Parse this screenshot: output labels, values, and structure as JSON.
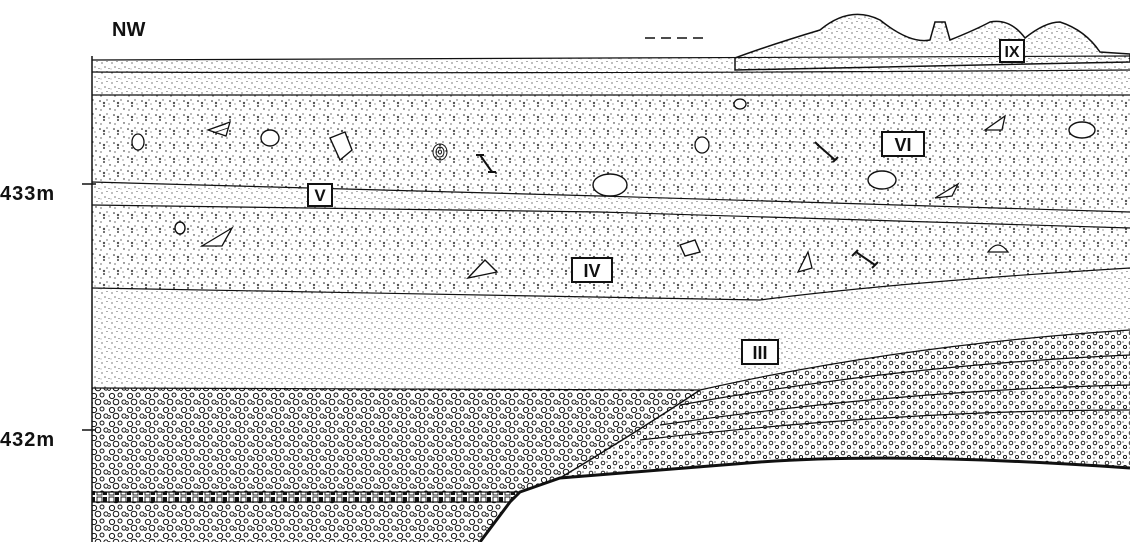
{
  "figure": {
    "direction_label": "NW",
    "elevation_labels": [
      "433m",
      "432m"
    ],
    "layers": [
      {
        "id": "III",
        "label": "III"
      },
      {
        "id": "IV",
        "label": "IV"
      },
      {
        "id": "V",
        "label": "V"
      },
      {
        "id": "VI",
        "label": "VI"
      },
      {
        "id": "IX",
        "label": "IX"
      }
    ]
  }
}
